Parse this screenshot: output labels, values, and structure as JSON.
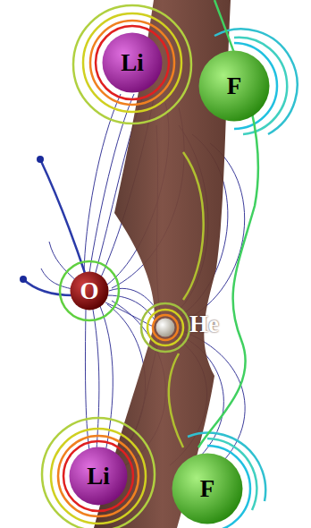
{
  "diagram": {
    "nodes": [
      {
        "text": [
          "Li"
        ]
      },
      {
        "text": [
          "F"
        ]
      },
      {
        "text": [
          "O"
        ]
      },
      {
        "text": [
          "He"
        ]
      },
      {
        "text": [
          "Li"
        ]
      },
      {
        "text": [
          "F"
        ]
      }
    ]
  }
}
